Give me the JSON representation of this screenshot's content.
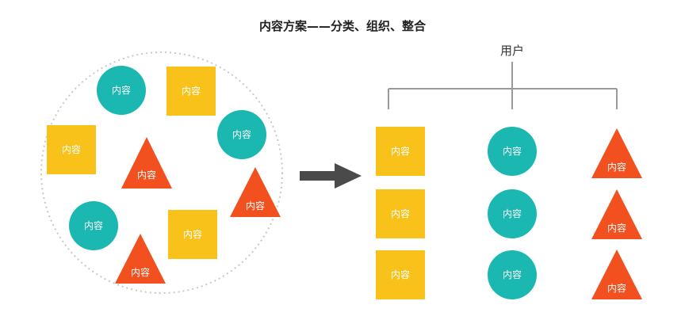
{
  "title": "内容方案——分类、组织、整合",
  "user_label": "用户",
  "item_label": "内容",
  "colors": {
    "square": "#F8C21A",
    "circle": "#1AB8B0",
    "triangle": "#F2501E",
    "arrow": "#4a4a4a",
    "tree_line": "#9a9a9a",
    "dotted_circle": "#c8c8c8"
  }
}
